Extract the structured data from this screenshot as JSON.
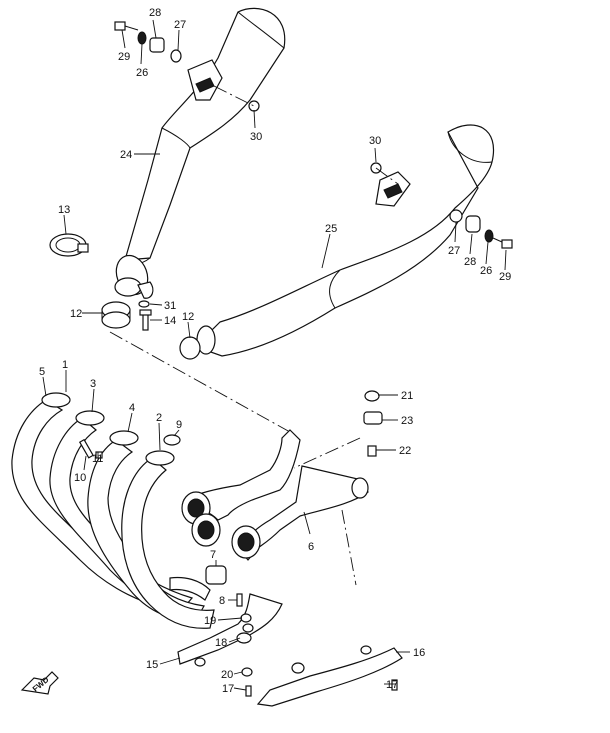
{
  "callouts": {
    "c28a": "28",
    "c27a": "27",
    "c29a": "29",
    "c26a": "26",
    "c30a": "30",
    "c24": "24",
    "c13": "13",
    "c31": "31",
    "c12a": "12",
    "c14": "14",
    "c30b": "30",
    "c25": "25",
    "c27b": "27",
    "c28b": "28",
    "c26b": "26",
    "c29b": "29",
    "c12b": "12",
    "c1": "1",
    "c5": "5",
    "c3": "3",
    "c4": "4",
    "c2": "2",
    "c9": "9",
    "c10": "10",
    "c11": "11",
    "c21": "21",
    "c23": "23",
    "c22": "22",
    "c6": "6",
    "c7": "7",
    "c8": "8",
    "c19": "19",
    "c18": "18",
    "c15": "15",
    "c20": "20",
    "c17a": "17",
    "c16": "16",
    "c17b": "17"
  },
  "fwd_label": "FWD",
  "colors": {
    "line": "#111111",
    "background": "#ffffff"
  }
}
